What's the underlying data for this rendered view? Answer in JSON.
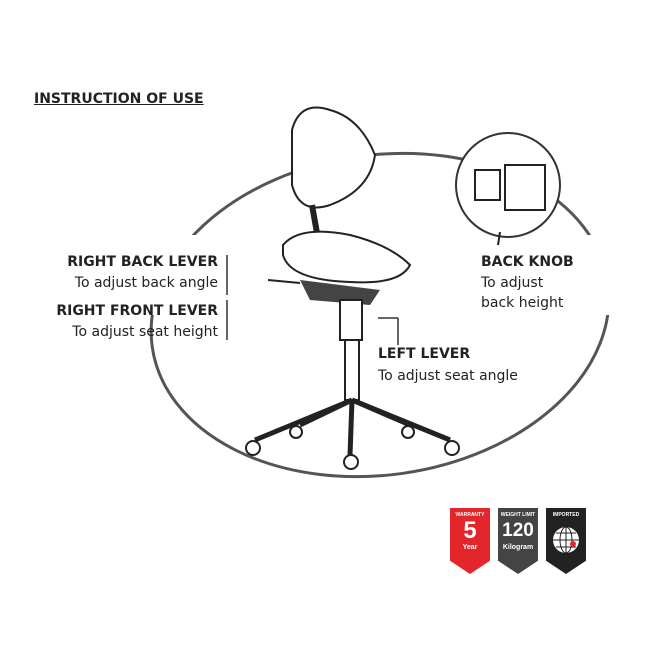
{
  "title": "INSTRUCTION OF USE",
  "labels": {
    "right_back": {
      "heading": "RIGHT BACK LEVER",
      "desc": "To adjust back angle"
    },
    "right_front": {
      "heading": "RIGHT FRONT LEVER",
      "desc": "To adjust seat height"
    },
    "back_knob": {
      "heading": "BACK KNOB",
      "desc1": "To adjust",
      "desc2": "back height"
    },
    "left_lever": {
      "heading": "LEFT LEVER",
      "desc": "To adjust seat angle"
    }
  },
  "badges": [
    {
      "top": "WARRANTY",
      "value": "5",
      "bottom": "Year",
      "color": "#e3262b"
    },
    {
      "top": "WEIGHT LIMIT",
      "value": "120",
      "bottom": "Kilogram",
      "color": "#444444"
    },
    {
      "top": "IMPORTED",
      "value": "",
      "bottom": "",
      "color": "#222222"
    }
  ]
}
